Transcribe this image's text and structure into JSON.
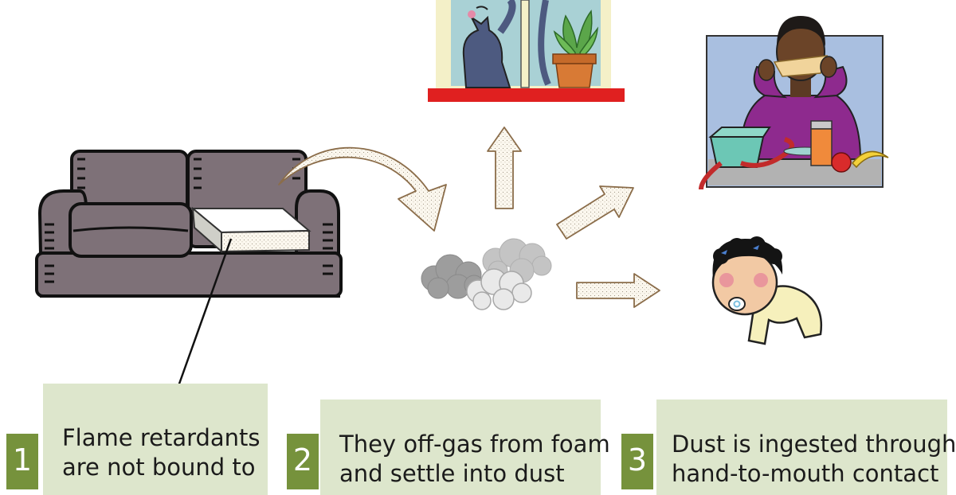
{
  "colors": {
    "step_box": "#dde6cc",
    "step_number": "#76923c",
    "couch": "#7e7178",
    "foam": "#f2f2ee",
    "window_frame": "#f4f0c8",
    "window_sill": "#e02020",
    "cat": "#4d5a80",
    "shirt": "#8e2a8e",
    "dust": "#a9a9a9"
  },
  "illustrations": {
    "couch": "couch-with-exposed-foam-cushion",
    "window": "cat-and-plant-on-windowsill",
    "adult": "man-eating-sandwich-at-table",
    "baby": "crawling-baby-with-pacifier",
    "dust": "dust-clouds"
  },
  "steps": [
    {
      "number": "1",
      "text": "Flame retardants are not bound to"
    },
    {
      "number": "2",
      "text": "They off-gas from foam and settle into dust"
    },
    {
      "number": "3",
      "text": "Dust is ingested through hand-to-mouth contact"
    }
  ]
}
